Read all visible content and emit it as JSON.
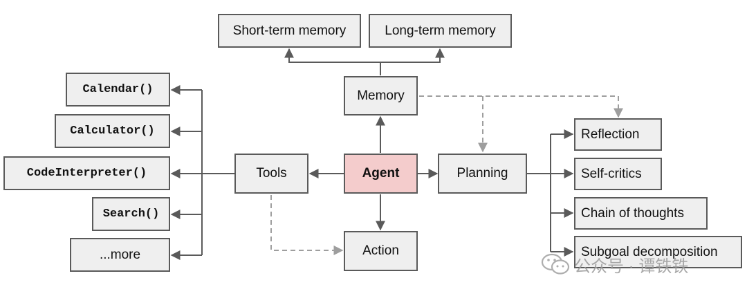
{
  "nodes": {
    "short_term_memory": "Short-term memory",
    "long_term_memory": "Long-term memory",
    "memory": "Memory",
    "agent": "Agent",
    "tools": "Tools",
    "planning": "Planning",
    "action": "Action",
    "calendar": "Calendar()",
    "calculator": "Calculator()",
    "code_interpreter": "CodeInterpreter()",
    "search": "Search()",
    "more": "...more",
    "reflection": "Reflection",
    "self_critics": "Self-critics",
    "chain_of_thoughts": "Chain of thoughts",
    "subgoal_decomposition": "Subgoal decomposition"
  },
  "colors": {
    "box_fill": "#efefef",
    "agent_fill": "#f4cccc",
    "line": "#5a5a5a",
    "dashed_line": "#9e9e9e"
  },
  "watermark": {
    "icon": "wechat-icon",
    "text": "公众号 · 谭铁铁"
  }
}
